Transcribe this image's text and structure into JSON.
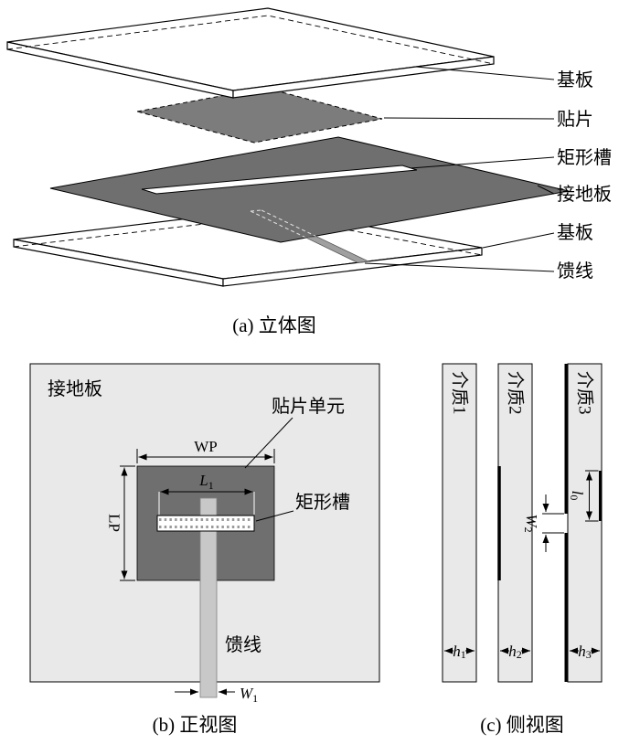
{
  "colors": {
    "ground_dark": "#6f6f6f",
    "patch_gray": "#7c7c7c",
    "panel_light": "#e9e9e9",
    "feed_light": "#c8c8c8",
    "feed_3d_gray": "#9f9f9f",
    "slot_hatch": "#9a9a9a"
  },
  "view_a": {
    "caption": "(a) 立体图",
    "labels": [
      "基板",
      "贴片",
      "矩形槽",
      "接地板",
      "基板",
      "馈线"
    ]
  },
  "view_b": {
    "caption": "(b) 正视图",
    "ground": "接地板",
    "patch_unit": "贴片单元",
    "slot": "矩形槽",
    "feed": "馈线",
    "dims": {
      "WP": "WP",
      "LP": "LP",
      "L1": {
        "base": "L",
        "sub": "1"
      },
      "W1": {
        "base": "W",
        "sub": "1"
      }
    }
  },
  "view_c": {
    "caption": "(c) 侧视图",
    "layers": [
      "介质1",
      "介质2",
      "介质3"
    ],
    "dims": {
      "W2": {
        "base": "W",
        "sub": "2"
      },
      "l0": {
        "base": "l",
        "sub": "0"
      },
      "h1": {
        "base": "h",
        "sub": "1"
      },
      "h2": {
        "base": "h",
        "sub": "2"
      },
      "h3": {
        "base": "h",
        "sub": "3"
      }
    }
  }
}
